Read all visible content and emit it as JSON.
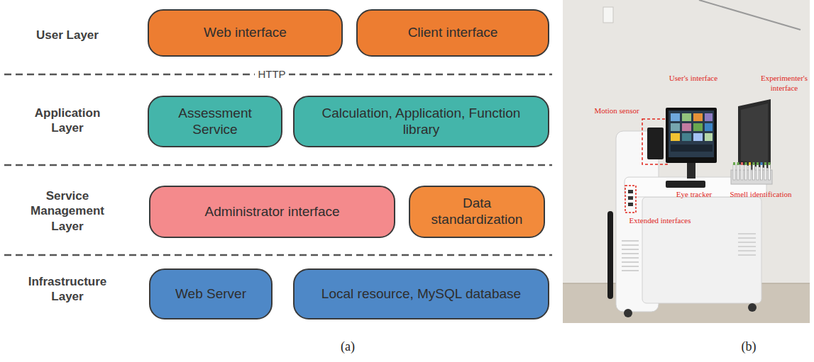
{
  "diagram": {
    "nodes": [
      {
        "text": [
          "Web interface"
        ]
      },
      {
        "text": [
          "Client interface"
        ]
      },
      {
        "text": [
          "Assessment Service"
        ]
      },
      {
        "text": [
          "Calculation, Application, Function library"
        ]
      },
      {
        "text": [
          "Administrator interface"
        ]
      },
      {
        "text": [
          "Data standardization"
        ]
      },
      {
        "text": [
          "Web Server"
        ]
      },
      {
        "text": [
          "Local resource, MySQL database"
        ]
      }
    ],
    "labels": [
      "User Layer",
      "HTTP",
      "Application Layer",
      "Service Management Layer",
      "Infrastructure Layer",
      "(a)",
      "User's interface",
      "Experimenter's interface",
      "Motion sensor",
      "Eye tracker",
      "Smell identification",
      "Extended interfaces",
      "(b)"
    ]
  }
}
